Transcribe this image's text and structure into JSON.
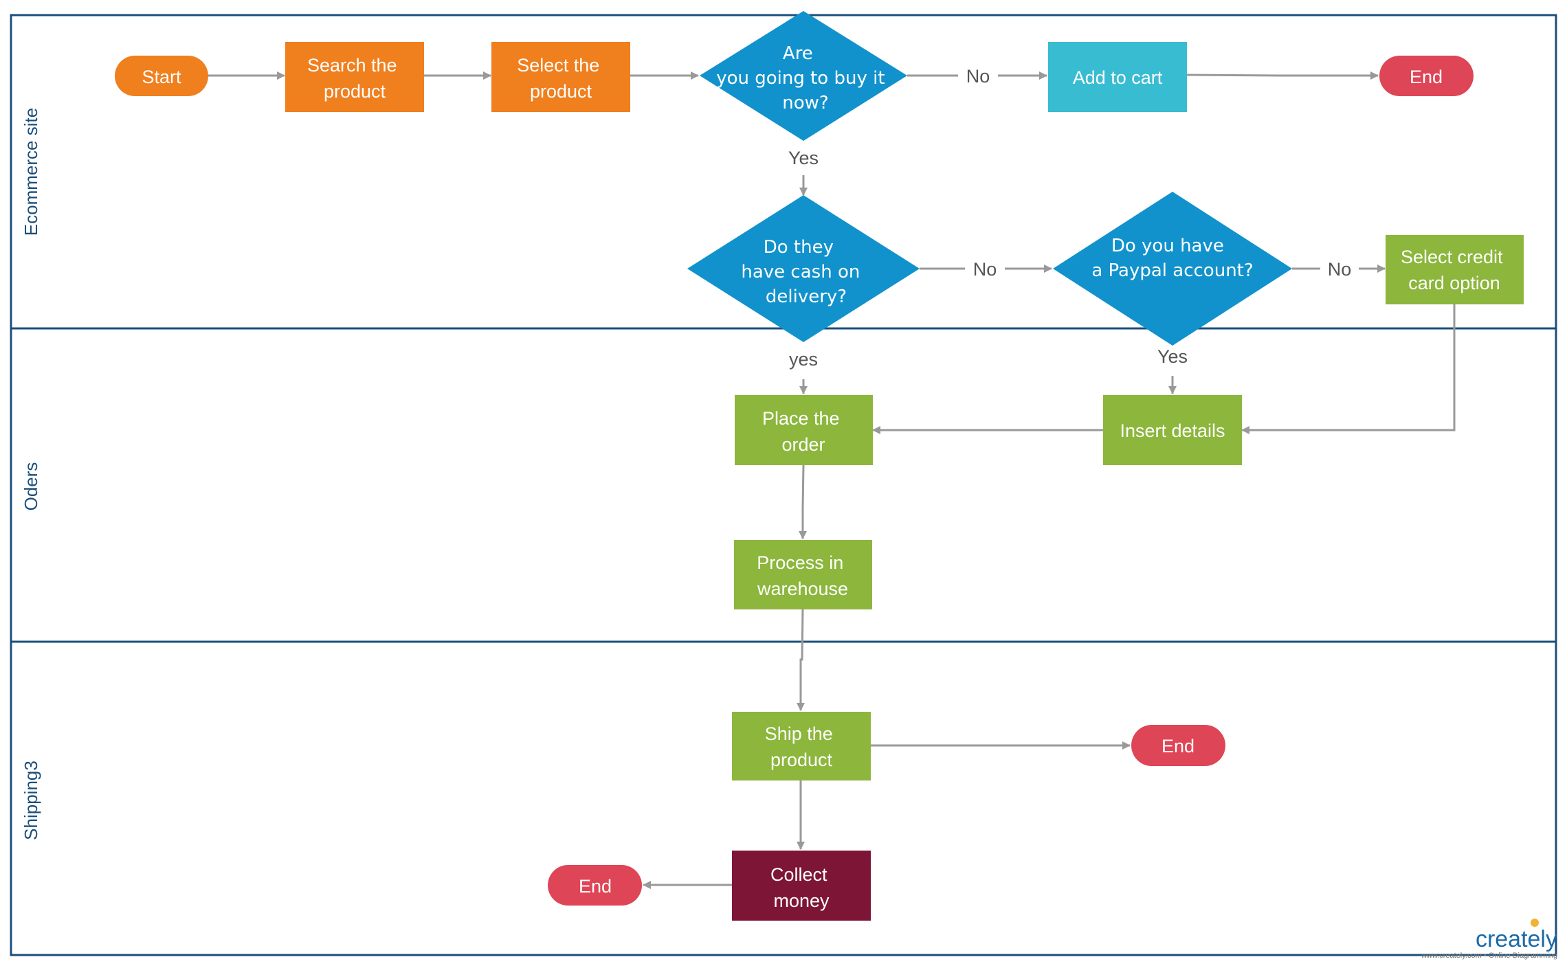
{
  "lanes": [
    {
      "label": "Ecommerce site"
    },
    {
      "label": "Oders"
    },
    {
      "label": "Shipping3"
    }
  ],
  "nodes": {
    "start": {
      "label": "Start",
      "shape": "terminal",
      "color": "#f07f1e"
    },
    "search": {
      "lines": [
        "Search the",
        "product"
      ],
      "shape": "process",
      "color": "#f07f1e"
    },
    "select": {
      "lines": [
        "Select the",
        "product"
      ],
      "shape": "process",
      "color": "#f07f1e"
    },
    "buy_decision": {
      "lines": [
        "Are",
        "you going to  buy it",
        "now?"
      ],
      "shape": "decision",
      "color": "#1192cc"
    },
    "add_cart": {
      "label": "Add to cart",
      "shape": "process",
      "color": "#38bcd1"
    },
    "end_top": {
      "label": "End",
      "shape": "terminal",
      "color": "#de4556"
    },
    "cash_decision": {
      "lines": [
        "Do they",
        "have cash  on",
        "delivery?"
      ],
      "shape": "decision",
      "color": "#1192cc"
    },
    "paypal_decision": {
      "lines": [
        "Do you have",
        "a Paypal  account?"
      ],
      "shape": "decision",
      "color": "#1192cc"
    },
    "credit": {
      "lines": [
        "Select credit",
        "card option"
      ],
      "shape": "process",
      "color": "#8cb63c"
    },
    "place_order": {
      "lines": [
        "Place the",
        "order"
      ],
      "shape": "process",
      "color": "#8cb63c"
    },
    "insert": {
      "label": "Insert details",
      "shape": "process",
      "color": "#8cb63c"
    },
    "warehouse": {
      "lines": [
        "Process in",
        "warehouse"
      ],
      "shape": "process",
      "color": "#8cb63c"
    },
    "ship": {
      "lines": [
        "Ship the",
        "product"
      ],
      "shape": "process",
      "color": "#8cb63c"
    },
    "end_ship": {
      "label": "End",
      "shape": "terminal",
      "color": "#de4556"
    },
    "collect": {
      "lines": [
        "Collect",
        "money"
      ],
      "shape": "process",
      "color": "#7d1537"
    },
    "end_collect": {
      "label": "End",
      "shape": "terminal",
      "color": "#de4556"
    }
  },
  "edge_labels": {
    "buy_no": "No",
    "buy_yes": "Yes",
    "cash_no": "No",
    "paypal_no": "No",
    "cash_yes": "yes",
    "paypal_yes": "Yes"
  },
  "logo": {
    "brand": "creately",
    "tagline": "www.creately.com • Online Diagramming"
  },
  "colors": {
    "lane_border": "#1b4f7a",
    "connector": "#999999"
  }
}
